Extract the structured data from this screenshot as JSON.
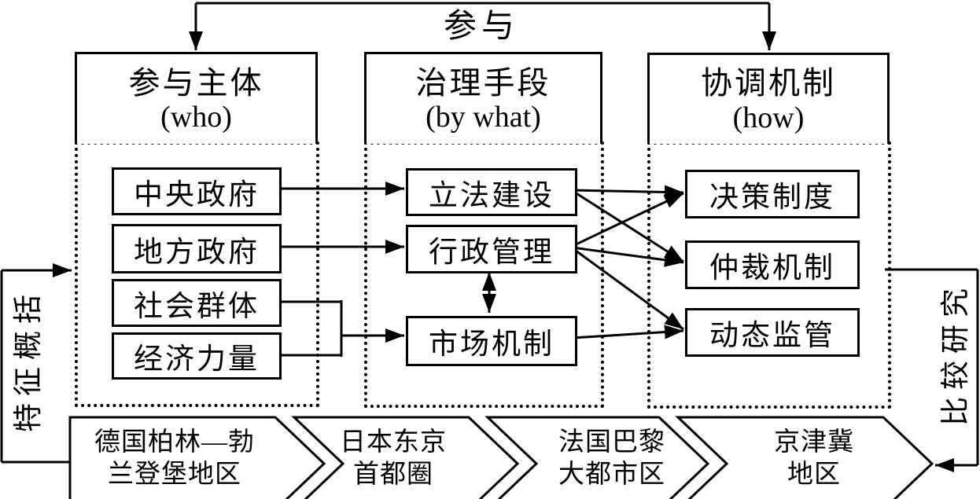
{
  "top": {
    "participate_label": "参与"
  },
  "columns": [
    {
      "header": "参与主体",
      "header_en": "(who)",
      "items": [
        "中央政府",
        "地方政府",
        "社会群体",
        "经济力量"
      ]
    },
    {
      "header": "治理手段",
      "header_en": "(by what)",
      "items": [
        "立法建设",
        "行政管理",
        "市场机制"
      ]
    },
    {
      "header": "协调机制",
      "header_en": "(how)",
      "items": [
        "决策制度",
        "仲裁机制",
        "动态监管"
      ]
    }
  ],
  "side_labels": {
    "left": "特征概括",
    "right": "比较研究"
  },
  "cases": [
    {
      "line1": "德国柏林—勃",
      "line2": "兰登堡地区"
    },
    {
      "line1": "日本东京",
      "line2": "首都圈"
    },
    {
      "line1": "法国巴黎",
      "line2": "大都市区"
    },
    {
      "line1": "京津冀",
      "line2": "地区"
    }
  ],
  "colors": {
    "ink": "#000000",
    "background": "#ffffff"
  }
}
